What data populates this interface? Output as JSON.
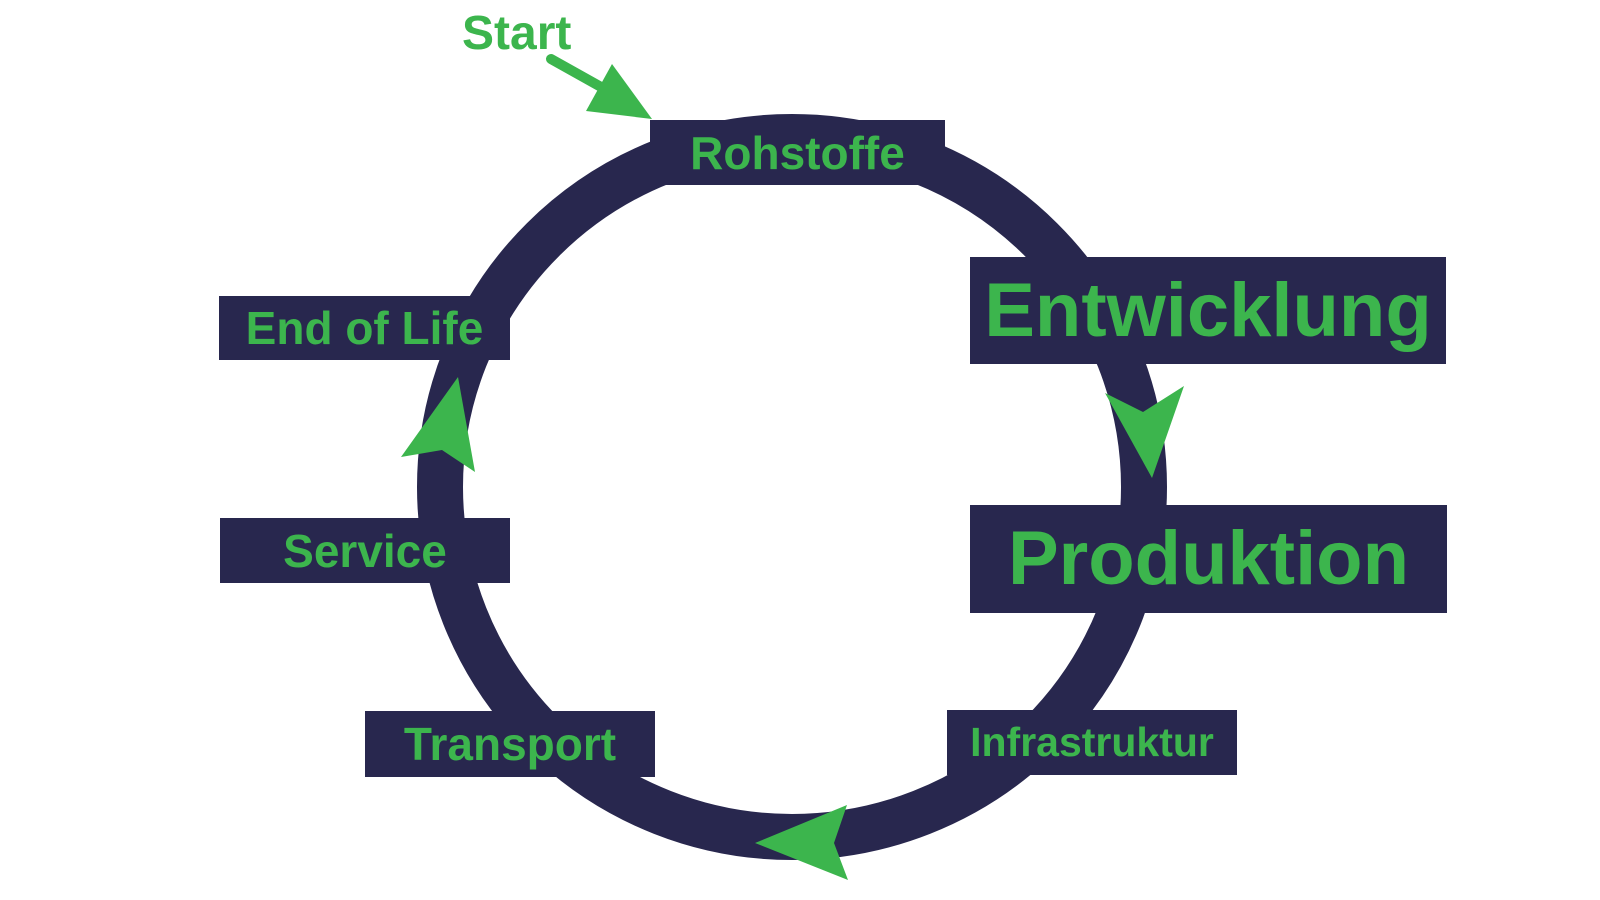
{
  "diagram": {
    "type": "circular-lifecycle",
    "start_label": "Start",
    "stages": [
      {
        "label": "Rohstoffe"
      },
      {
        "label": "Entwicklung"
      },
      {
        "label": "Produktion"
      },
      {
        "label": "Infrastruktur"
      },
      {
        "label": "Transport"
      },
      {
        "label": "Service"
      },
      {
        "label": "End of Life"
      }
    ],
    "flow": {
      "direction": "clockwise",
      "arrow_icons": [
        "flow-arrow-down-right-side",
        "flow-arrow-left-bottom",
        "flow-arrow-up-left-side"
      ]
    },
    "colors": {
      "ring_navy": "#28274e",
      "accent_green": "#3cb54d",
      "background": "#ffffff"
    }
  }
}
